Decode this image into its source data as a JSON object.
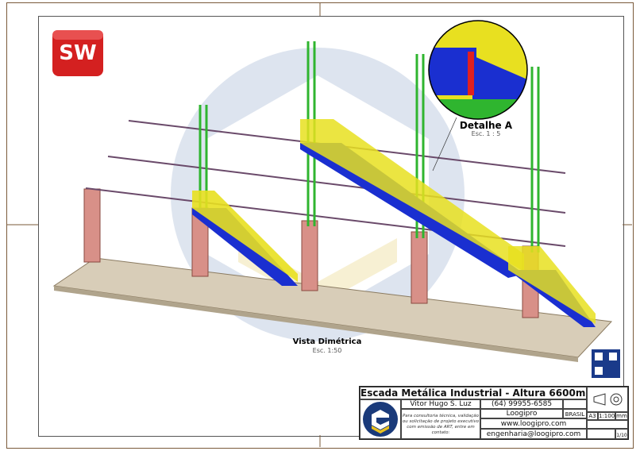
{
  "views": {
    "main": {
      "title": "Vista Dimétrica",
      "scale": "Esc. 1:50"
    },
    "detail": {
      "title": "Detalhe A",
      "scale": "Esc. 1 : 5"
    }
  },
  "logo": {
    "text": "SW"
  },
  "title_block": {
    "title": "Escada Metálica Industrial - Altura 6600mm",
    "designer": "Vitor Hugo S. Luz",
    "phone": "(64) 99955-6585",
    "notes": "Para consultoria técnica, validação ou solicitação de projeto executivo com emissão de ART, entre em contato:",
    "social": "Loogipro",
    "country": "BRASIL",
    "sheet_size": "A3",
    "scale": "1:100",
    "unit": "mm",
    "website": "www.loogipro.com",
    "email": "engenharia@loogipro.com",
    "sheet": "1/10"
  },
  "colors": {
    "structure_green": "#2fb52f",
    "stair_yellow": "#e8e020",
    "beam_blue": "#1a2fd0",
    "pillar": "#d89088",
    "slab": "#d8cdb8"
  }
}
